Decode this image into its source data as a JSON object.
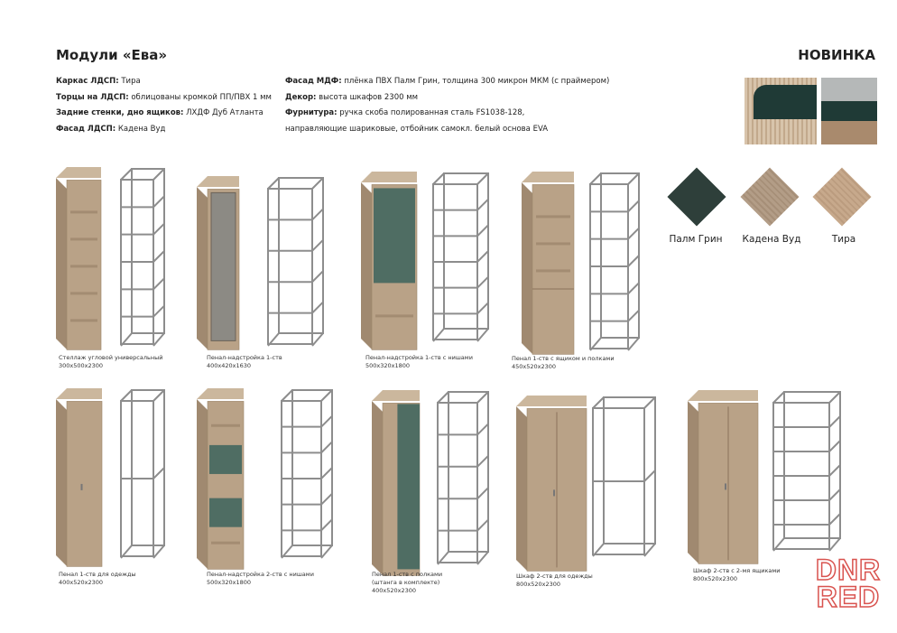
{
  "header": {
    "title": "Модули «Ева»",
    "badge": "НОВИНКА"
  },
  "specs_left": [
    {
      "label": "Каркас ЛДСП:",
      "value": "Тира"
    },
    {
      "label": "Торцы на ЛДСП:",
      "value": "облицованы кромкой ПП/ПВХ 1 мм"
    },
    {
      "label": "Задние стенки, дно ящиков:",
      "value": "ЛХДФ Дуб Атланта"
    },
    {
      "label": "Фасад ЛДСП:",
      "value": "Кадена Вуд"
    }
  ],
  "specs_right": [
    {
      "label": "Фасад МДФ:",
      "value": "плёнка ПВХ Палм Грин, толщина 300 микрон МКМ (с праймером)"
    },
    {
      "label": "Декор:",
      "value": "высота шкафов 2300 мм"
    },
    {
      "label": "Фурнитура:",
      "value": "ручка скоба полированная сталь FS1038-128,"
    },
    {
      "label": "",
      "value": "направляющие шариковые, отбойник самокл. белый основа EVA"
    }
  ],
  "swatches": [
    {
      "name": "Палм Грин",
      "color": "#2e3f3a"
    },
    {
      "name": "Кадена Вуд",
      "color": "#b39d87"
    },
    {
      "name": "Тира",
      "color": "#c7a98c"
    }
  ],
  "products": [
    {
      "name": "Стеллаж угловой универсальный",
      "size": "300x500x2300"
    },
    {
      "name": "Пенал-надстройка 1-ств",
      "size": "400x420x1630"
    },
    {
      "name": "Пенал-надстройка 1-ств с нишами",
      "size": "500x320x1800"
    },
    {
      "name": "Пенал 1-ств с ящиком и полками",
      "size": "450x520x2300"
    },
    {
      "name": "Пенал 1-ств для одежды",
      "size": "400x520x2300"
    },
    {
      "name": "Пенал-надстройка 2-ств с нишами",
      "size": "500x320x1800"
    },
    {
      "name": "Пенал 1-ств с полками",
      "note": "(штанга в комплекте)",
      "size": "400x520x2300"
    },
    {
      "name": "Шкаф 2-ств для одежды",
      "size": "800x520x2300"
    },
    {
      "name": "Шкаф 2-ств с 2-мя ящиками",
      "size": "800x520x2300"
    }
  ],
  "watermark": "DNR RED"
}
